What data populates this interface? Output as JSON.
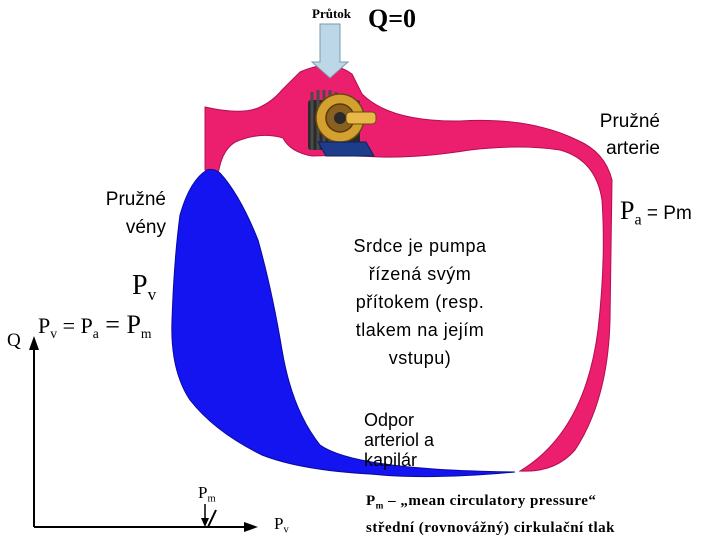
{
  "flow_label": "Průtok",
  "q_zero": "Q=0",
  "arteries_label": [
    "Pružné",
    "arterie"
  ],
  "veins_label": [
    "Pružné",
    "vény"
  ],
  "pa_label": {
    "p": "P",
    "sub": "a",
    "rest": " = Pm"
  },
  "pv_label": {
    "p": "P",
    "sub": "v"
  },
  "equation": {
    "p1": "P",
    "s1": "v",
    "eq1": " = P",
    "s2": "a",
    "eq2": " = P",
    "s3": "m"
  },
  "heart_text": [
    "Srdce je pumpa",
    "řízená svým",
    "přítokem (resp.",
    "tlakem na jejím",
    "vstupu)"
  ],
  "resistance_text": [
    "Odpor",
    "arteriol a",
    "kapilár"
  ],
  "axis": {
    "y_label": "Q",
    "pm_label": {
      "p": "P",
      "sub": "m"
    },
    "pv_label": {
      "p": "P",
      "sub": "v"
    }
  },
  "note": {
    "p": "P",
    "sub": "m",
    "rest": " – „mean circulatory pressure“",
    "line2": "střední (rovnovážný) cirkulační tlak"
  },
  "colors": {
    "arteries": "#ec1e6e",
    "veins": "#1414f0",
    "inflow_arrow": "#bcd8e8",
    "pump_body": "#d4a030",
    "gear": "#3a3a3a"
  },
  "icons": [
    "inflow-arrow-icon",
    "pump-gear-icon"
  ]
}
